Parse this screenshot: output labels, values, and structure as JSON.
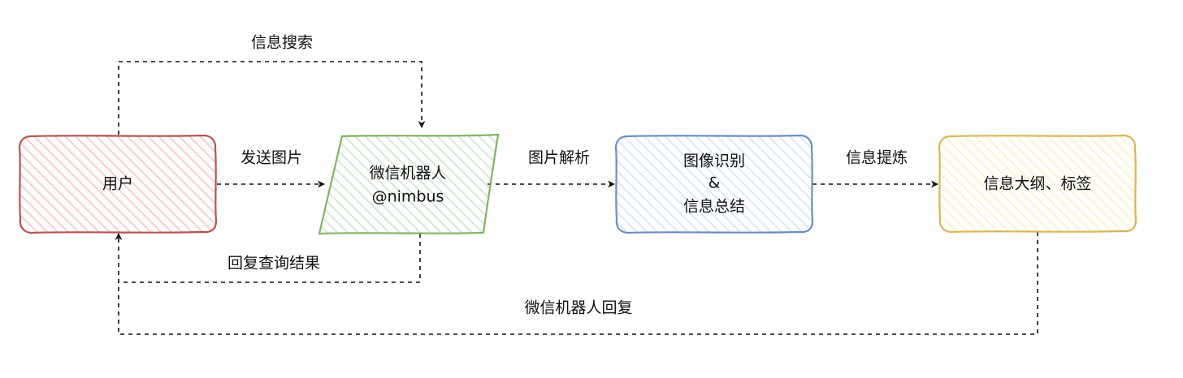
{
  "nodes": {
    "user": {
      "label": "用户",
      "fill": "#f8cecc",
      "stroke": "#b85450"
    },
    "bot": {
      "line1": "微信机器人",
      "line2": "@nimbus",
      "fill": "#d5e8d4",
      "stroke": "#82b366"
    },
    "recognition": {
      "line1": "图像识别",
      "line2": "&",
      "line3": "信息总结",
      "fill": "#dae8fc",
      "stroke": "#6c8ebf"
    },
    "outline": {
      "label": "信息大纲、标签",
      "fill": "#fff2cc",
      "stroke": "#d6b656"
    }
  },
  "edges": {
    "info_search": "信息搜索",
    "send_image": "发送图片",
    "image_parse": "图片解析",
    "info_extract": "信息提炼",
    "reply_query_result": "回复查询结果",
    "bot_reply": "微信机器人回复"
  }
}
